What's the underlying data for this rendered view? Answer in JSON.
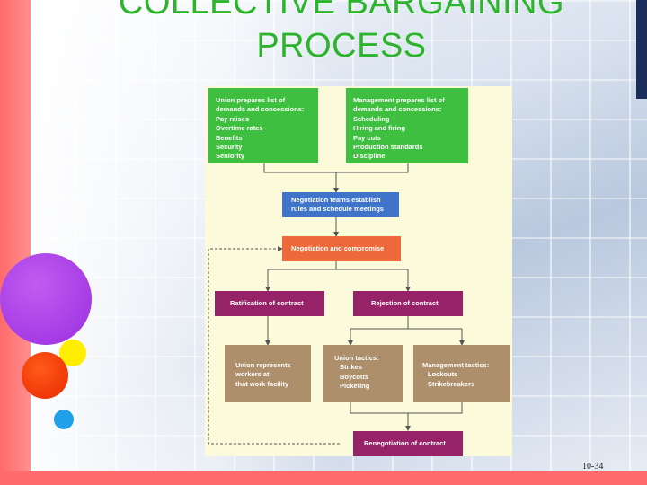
{
  "slide": {
    "title_line1": "COLLECTIVE BARGAINING",
    "title_line2": "PROCESS",
    "page_number": "10-34"
  },
  "diagram": {
    "union_list": {
      "heading1": "Union prepares list of",
      "heading2": "demands and concessions:",
      "items": [
        "Pay raises",
        "Overtime rates",
        "Benefits",
        "Security",
        "Seniority"
      ]
    },
    "management_list": {
      "heading1": "Management prepares list of",
      "heading2": "demands and concessions:",
      "items": [
        "Scheduling",
        "Hiring and firing",
        "Pay cuts",
        "Production standards",
        "Discipline"
      ]
    },
    "negotiation_teams": {
      "line1": "Negotiation teams establish",
      "line2": "rules and schedule meetings"
    },
    "negotiation": "Negotiation and compromise",
    "ratification": "Ratification of contract",
    "rejection": "Rejection of contract",
    "union_represents": {
      "line1": "Union represents",
      "line2": "workers at",
      "line3": "that work facility"
    },
    "union_tactics": {
      "heading": "Union tactics:",
      "items": [
        "Strikes",
        "Boycotts",
        "Picketing"
      ]
    },
    "management_tactics": {
      "heading": "Management tactics:",
      "items": [
        "Lockouts",
        "Strikebreakers"
      ]
    },
    "renegotiation": "Renegotiation of contract"
  },
  "colors": {
    "title": "#2db32d",
    "green_box": "#3fbf3f",
    "blue_box": "#3f74c8",
    "orange_box": "#ef6a3a",
    "purple_box": "#962268",
    "tan_box": "#ad8f6c",
    "figure_background": "#fbfbdc"
  }
}
